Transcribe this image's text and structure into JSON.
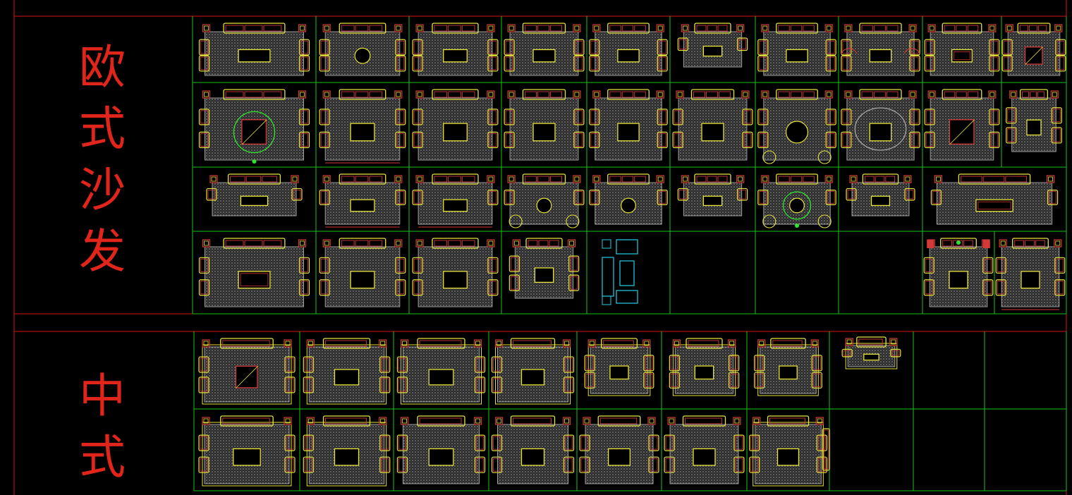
{
  "colors": {
    "background": "#000000",
    "frame_red": "#d51515",
    "grid_green": "#19c419",
    "outline_yellow": "#e8e33a",
    "chair_red": "#d23a3a",
    "hatch_gray": "#a0a0a0",
    "accent_cyan": "#22d0e8",
    "accent_green": "#2ee62e",
    "label_red": "#e1251b"
  },
  "sections": [
    {
      "id": "european",
      "title": "欧式沙发",
      "rows": [
        [
          "living",
          "living-round",
          "living",
          "living",
          "living",
          "living-small",
          "living",
          "living-sofa-chairs",
          "living-rug",
          "living-square"
        ],
        [
          "living-square-green",
          "living-open",
          "living",
          "living",
          "living",
          "living",
          "living-round-chairs",
          "living-oval",
          "living-square",
          "living-small"
        ],
        [
          "living-small",
          "living-open",
          "living-open",
          "living-round-chairs",
          "living-round",
          "living-small",
          "living-round-green",
          "living-small",
          "living-big-rug"
        ],
        [
          "living-big-rug",
          "living",
          "living",
          "living-small",
          "cyan-layout",
          "",
          "",
          "",
          "living-red-cap",
          "living-open"
        ]
      ]
    },
    {
      "id": "chinese",
      "title": "中式",
      "rows": [
        [
          "chinese-square",
          "chinese",
          "chinese",
          "chinese",
          "chinese-small",
          "chinese-small",
          "chinese-small",
          "chinese-tiny",
          "",
          ""
        ],
        [
          "chinese",
          "chinese",
          "chinese-open",
          "chinese-open",
          "chinese-open",
          "chinese-open",
          "chinese-side",
          "",
          "",
          ""
        ]
      ]
    }
  ]
}
